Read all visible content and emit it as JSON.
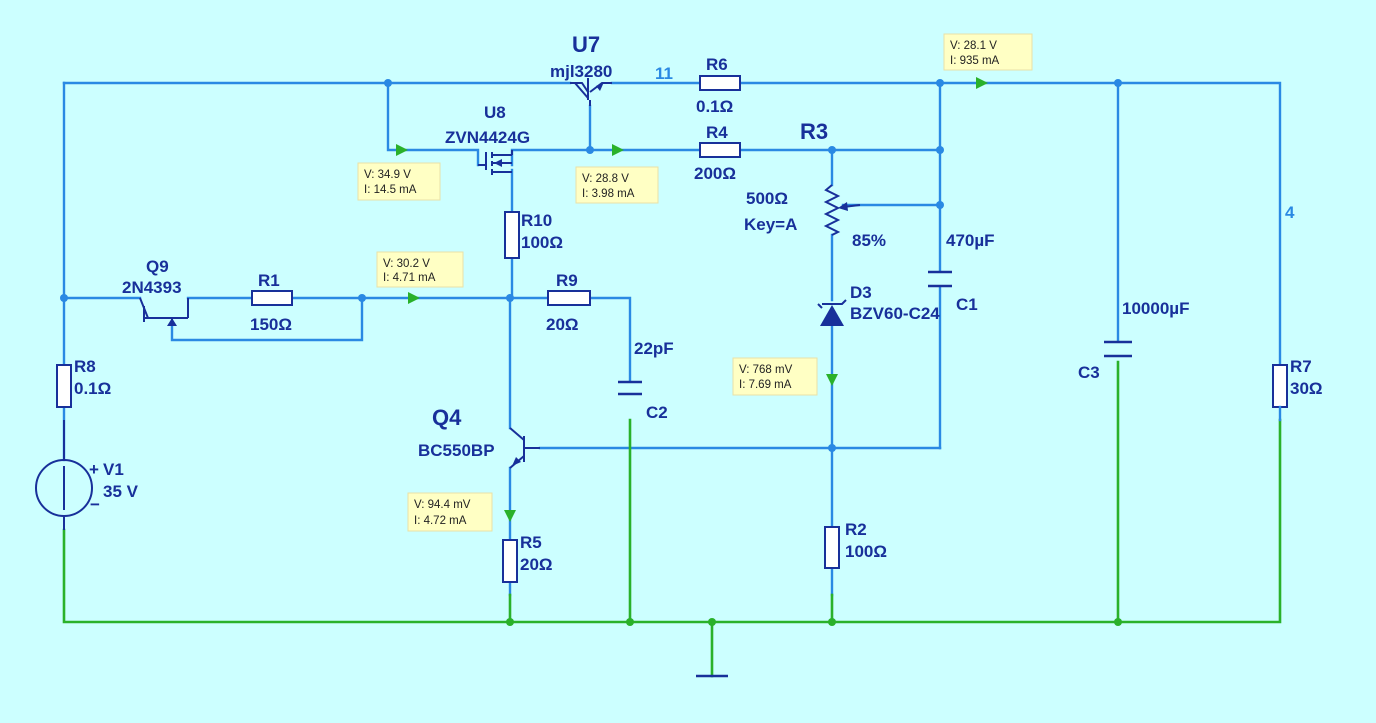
{
  "components": {
    "U7": {
      "ref": "U7",
      "value": "mjl3280"
    },
    "U8": {
      "ref": "U8",
      "value": "ZVN4424G"
    },
    "R6": {
      "ref": "R6",
      "value": "0.1Ω"
    },
    "R4": {
      "ref": "R4",
      "value": "200Ω"
    },
    "R3": {
      "ref": "R3",
      "value": "500Ω",
      "key": "Key=A",
      "setting": "85%"
    },
    "R10": {
      "ref": "R10",
      "value": "100Ω"
    },
    "Q9": {
      "ref": "Q9",
      "value": "2N4393"
    },
    "R1": {
      "ref": "R1",
      "value": "150Ω"
    },
    "R9": {
      "ref": "R9",
      "value": "20Ω"
    },
    "C2": {
      "ref": "C2",
      "value": "22pF"
    },
    "C1": {
      "ref": "C1",
      "value": "470µF"
    },
    "D3": {
      "ref": "D3",
      "value": "BZV60-C24"
    },
    "C3": {
      "ref": "C3",
      "value": "10000µF"
    },
    "R7": {
      "ref": "R7",
      "value": "30Ω"
    },
    "R8": {
      "ref": "R8",
      "value": "0.1Ω"
    },
    "V1": {
      "ref": "V1",
      "value": "35 V",
      "plus": "+",
      "minus": "−"
    },
    "Q4": {
      "ref": "Q4",
      "value": "BC550BP"
    },
    "R5": {
      "ref": "R5",
      "value": "20Ω"
    },
    "R2": {
      "ref": "R2",
      "value": "100Ω"
    }
  },
  "nets": {
    "n11": "11",
    "n4": "4"
  },
  "probes": {
    "p_out": {
      "v": "V: 28.1 V",
      "i": "I: 935 mA"
    },
    "p_u8": {
      "v": "V: 34.9 V",
      "i": "I: 14.5 mA"
    },
    "p_src": {
      "v": "V: 28.8 V",
      "i": "I: 3.98 mA"
    },
    "p_r1": {
      "v": "V: 30.2 V",
      "i": "I: 4.71 mA"
    },
    "p_d3": {
      "v": "V: 768 mV",
      "i": "I: 7.69 mA"
    },
    "p_r5": {
      "v": "V: 94.4 mV",
      "i": "I: 4.72 mA"
    }
  },
  "colors": {
    "background": "#ccffff",
    "wire": "#2a89e3",
    "ground_wire": "#2ab12a",
    "symbol": "#18309a",
    "probe_fill": "#ffffc4"
  }
}
